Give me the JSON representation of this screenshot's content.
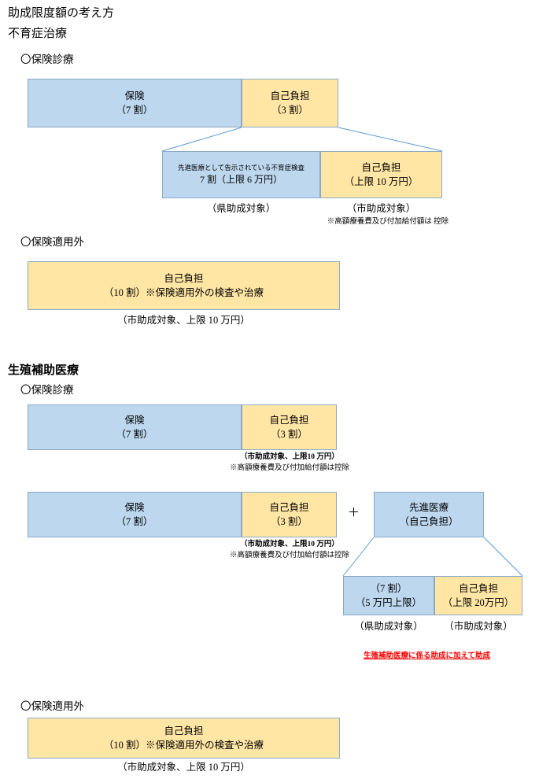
{
  "document": {
    "title": "助成限度額の考え方"
  },
  "sections": [
    {
      "id": "fuikusho",
      "heading": "不育症治療",
      "groups": [
        {
          "id": "hoken-shinryo",
          "label": "〇保険診療",
          "row1": {
            "left": {
              "l1": "保険",
              "l2": "（7 割）"
            },
            "right": {
              "l1": "自己負担",
              "l2": "（3 割）"
            }
          },
          "row2": {
            "left": {
              "l1": "先進医療として告示されている不育症検査",
              "l2": "7 割（上限 6 万円）",
              "caption": "（県助成対象）"
            },
            "right": {
              "l1": "自己負担",
              "l2": "（上限 10 万円）",
              "caption": "（市助成対象）",
              "note": "※高額療養費及び付加給付額は 控除"
            }
          }
        },
        {
          "id": "hoken-tekiyougai",
          "label": "〇保険適用外",
          "box": {
            "l1": "自己負担",
            "l2": "（10 割）※保険適用外の検査や治療"
          },
          "caption": "（市助成対象、上限 10 万円）"
        }
      ]
    },
    {
      "id": "seishoku",
      "heading": "生殖補助医療",
      "groups": [
        {
          "id": "hoken-shinryo-1",
          "label": "〇保険診療",
          "row1": {
            "left": {
              "l1": "保険",
              "l2": "（7 割）"
            },
            "right": {
              "l1": "自己負担",
              "l2": "（3 割）"
            },
            "caption": "（市助成対象、上限10 万円）",
            "note": "※高額療養費及び付加給付額は控除"
          }
        },
        {
          "id": "hoken-shinryo-2",
          "row1": {
            "left": {
              "l1": "保険",
              "l2": "（7 割）"
            },
            "right": {
              "l1": "自己負担",
              "l2": "（3 割）"
            },
            "caption": "（市助成対象、上限10 万円）",
            "note": "※高額療養費及び付加給付額は控除"
          },
          "plus": "＋",
          "senshin": {
            "l1": "先進医療",
            "l2": "（自己負担）"
          },
          "row2": {
            "left": {
              "l1": "（7 割）",
              "l2": "（5 万円上限）",
              "caption": "（県助成対象）"
            },
            "right": {
              "l1": "自己負担",
              "l2": "（上限 20万円）",
              "caption": "（市助成対象）"
            }
          },
          "red_note": "生殖補助医療に係る助成に加えて助成"
        },
        {
          "id": "hoken-tekiyougai-2",
          "label": "〇保険適用外",
          "box": {
            "l1": "自己負担",
            "l2": "（10 割）※保険適用外の検査や治療"
          },
          "caption": "（市助成対象、上限 10 万円）"
        }
      ]
    }
  ],
  "colors": {
    "insurance_fill": "#bdd7ee",
    "self_pay_fill": "#ffe6a5",
    "border": "#8aa9c8",
    "connector": "#5b9bd5",
    "note_red": "#ff0000"
  }
}
